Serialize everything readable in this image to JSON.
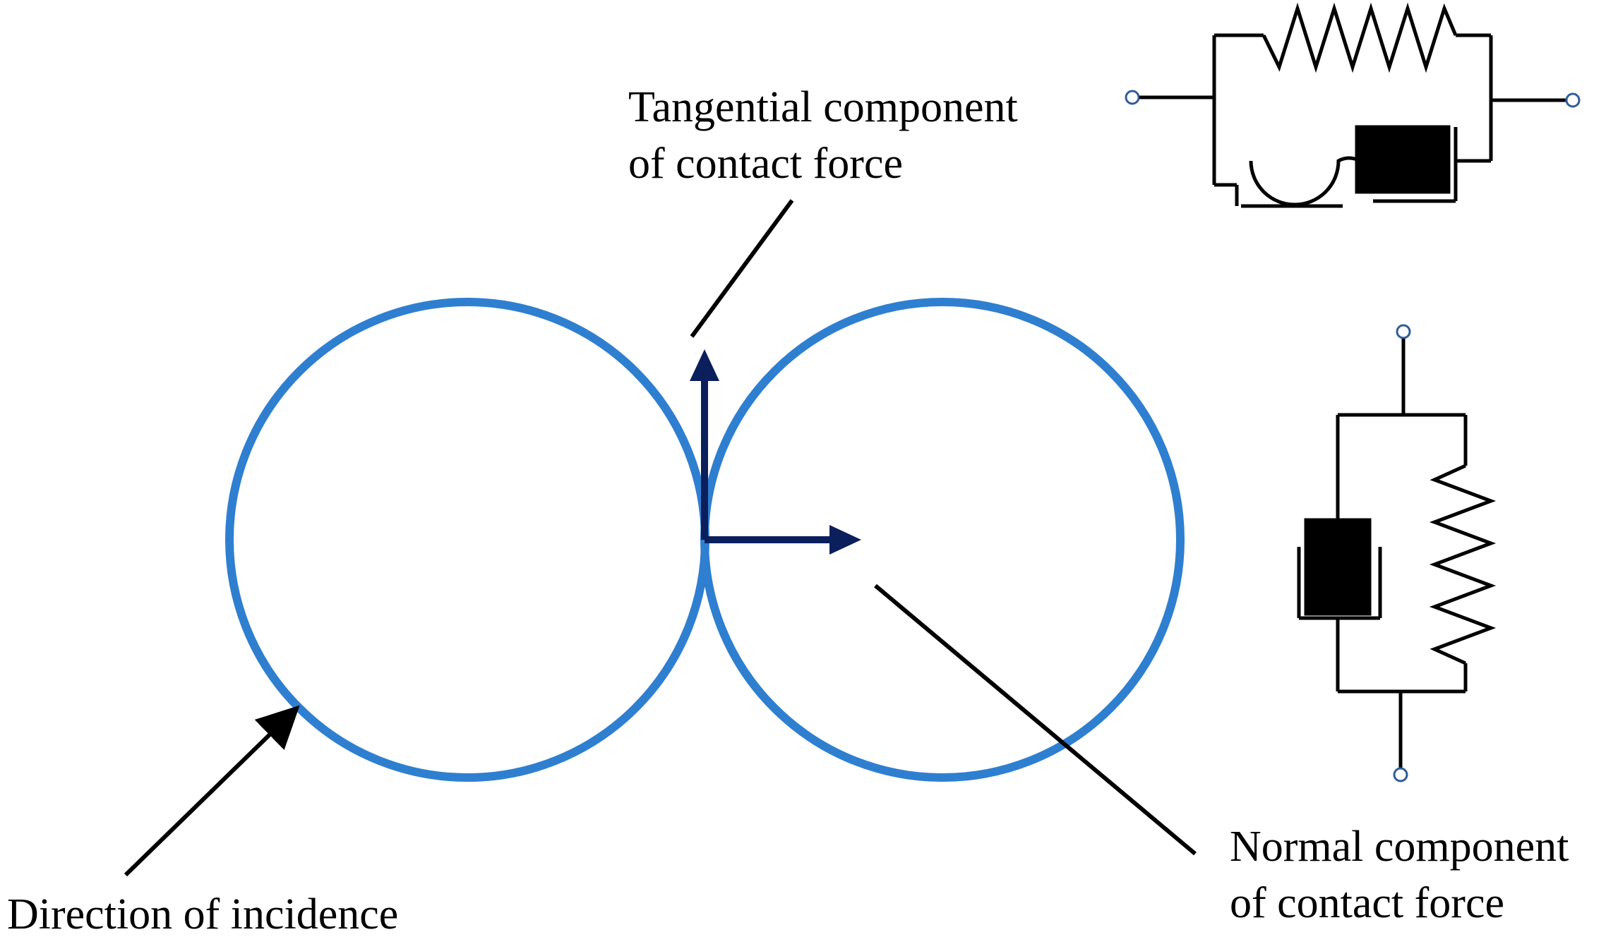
{
  "labels": {
    "tangential_line1": "Tangential component",
    "tangential_line2": "of contact force",
    "normal_line1": "Normal component",
    "normal_line2": "of contact force",
    "incidence": "Direction of incidence"
  },
  "colors": {
    "particle": "#2f7fd0",
    "force_arrow": "#0b1f5c",
    "leader": "#000000",
    "terminal_fill": "#ffffff",
    "terminal_stroke": "#2f5d9a",
    "dashpot": "#000000"
  },
  "elements": {
    "particles": [
      "left-particle",
      "right-particle"
    ],
    "force_arrows": [
      "tangential-force-arrow",
      "normal-force-arrow"
    ],
    "tangential_model": [
      "spring",
      "dashpot",
      "friction-slider"
    ],
    "normal_model": [
      "spring",
      "dashpot"
    ]
  }
}
